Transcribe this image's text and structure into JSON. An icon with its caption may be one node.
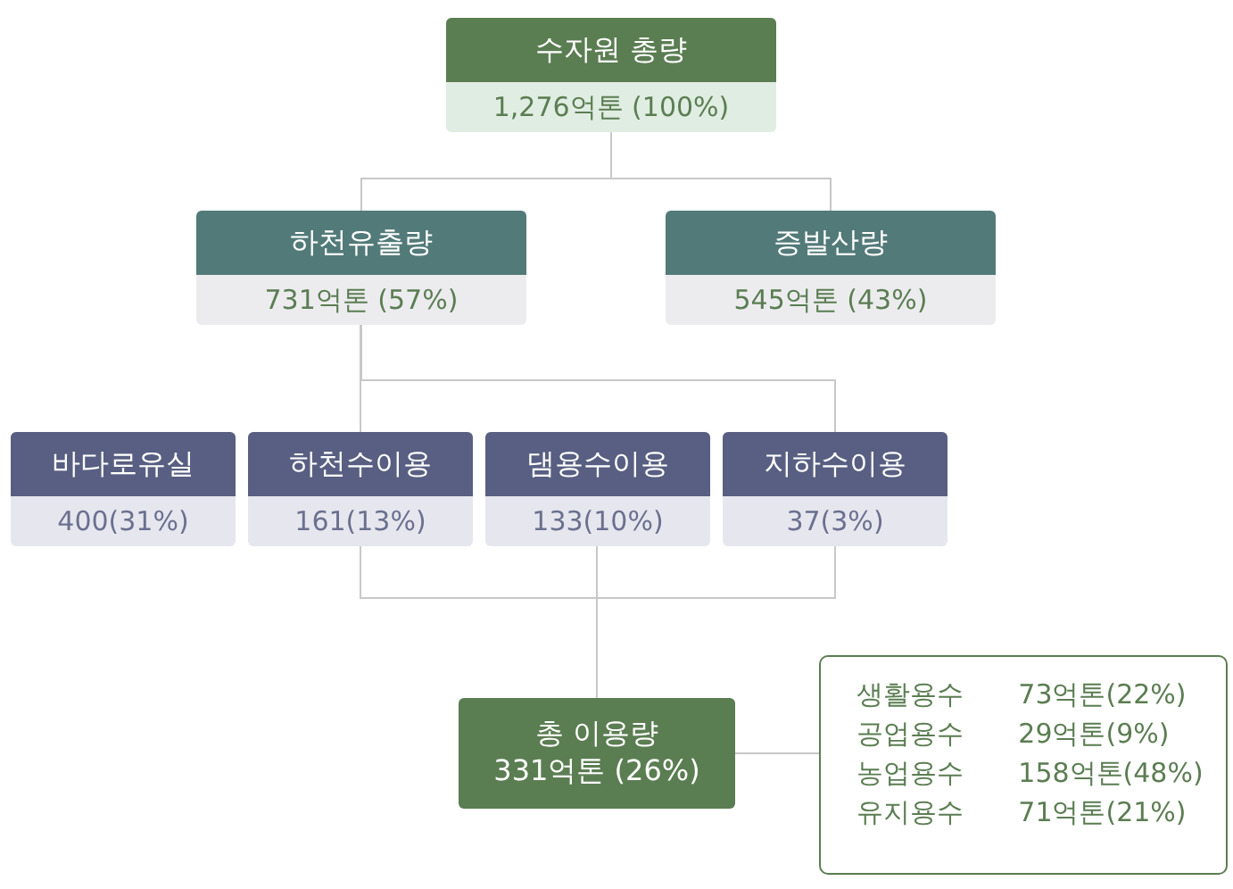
{
  "diagram": {
    "nodes": [
      {
        "text": [
          "수자원 총량",
          "1,276억톤 (100%)"
        ]
      },
      {
        "text": [
          "하천유출량",
          "731억톤 (57%)"
        ]
      },
      {
        "text": [
          "증발산량",
          "545억톤 (43%)"
        ]
      },
      {
        "text": [
          "바다로유실",
          "400(31%)"
        ]
      },
      {
        "text": [
          "하천수이용",
          "161(13%)"
        ]
      },
      {
        "text": [
          "댐용수이용",
          "133(10%)"
        ]
      },
      {
        "text": [
          "지하수이용",
          "37(3%)"
        ]
      },
      {
        "text": [
          "총 이용량",
          "331억톤 (26%)"
        ]
      },
      {
        "text": [
          "생활용수",
          "73억톤(22%)",
          "공업용수",
          "29억톤(9%)",
          "농업용수",
          "158억톤(48%)",
          "유지용수",
          "71억톤(21%)"
        ]
      }
    ],
    "edges": [
      {
        "from": 0,
        "to": 1,
        "arrow": "none"
      },
      {
        "from": 0,
        "to": 2,
        "arrow": "none"
      },
      {
        "from": 1,
        "to": 4,
        "arrow": "none"
      },
      {
        "from": 1,
        "to": 6,
        "arrow": "none"
      },
      {
        "from": 4,
        "to": 7,
        "arrow": "none"
      },
      {
        "from": 5,
        "to": 7,
        "arrow": "none"
      },
      {
        "from": 6,
        "to": 7,
        "arrow": "none"
      },
      {
        "from": 7,
        "to": 8,
        "arrow": "none"
      }
    ]
  }
}
